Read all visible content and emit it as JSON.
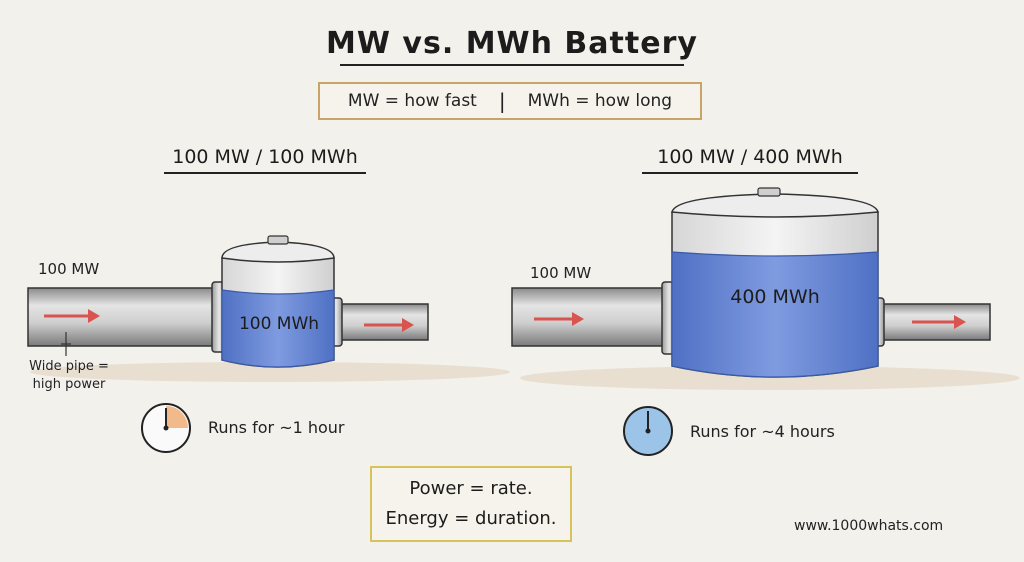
{
  "title": "MW vs. MWh Battery",
  "subtitle": {
    "left": "MW = how fast",
    "separator": "|",
    "right": "MWh = how long"
  },
  "left_panel": {
    "heading": "100 MW / 100 MWh",
    "pipe_label": "100 MW",
    "tank_label": "100 MWh",
    "pipe_note": [
      "Wide pipe =",
      "high power"
    ],
    "runtime": "Runs for ~1 hour",
    "clock_fraction": 0.25
  },
  "right_panel": {
    "heading": "100 MW / 400 MWh",
    "pipe_label": "100 MW",
    "tank_label": "400 MWh",
    "runtime": "Runs for ~4 hours",
    "clock_fraction": 1.0
  },
  "summary": {
    "line1": "Power = rate.",
    "line2": "Energy = duration."
  },
  "credit": "www.1000whats.com",
  "colors": {
    "water": "#6f8fd6",
    "arrow": "#d9534f",
    "pipe": "#c9c9c9",
    "clock_left": "#f2b98a",
    "clock_right": "#9cc3e8",
    "box_border_top": "#c8a468",
    "box_border_bottom": "#d8c25a"
  }
}
